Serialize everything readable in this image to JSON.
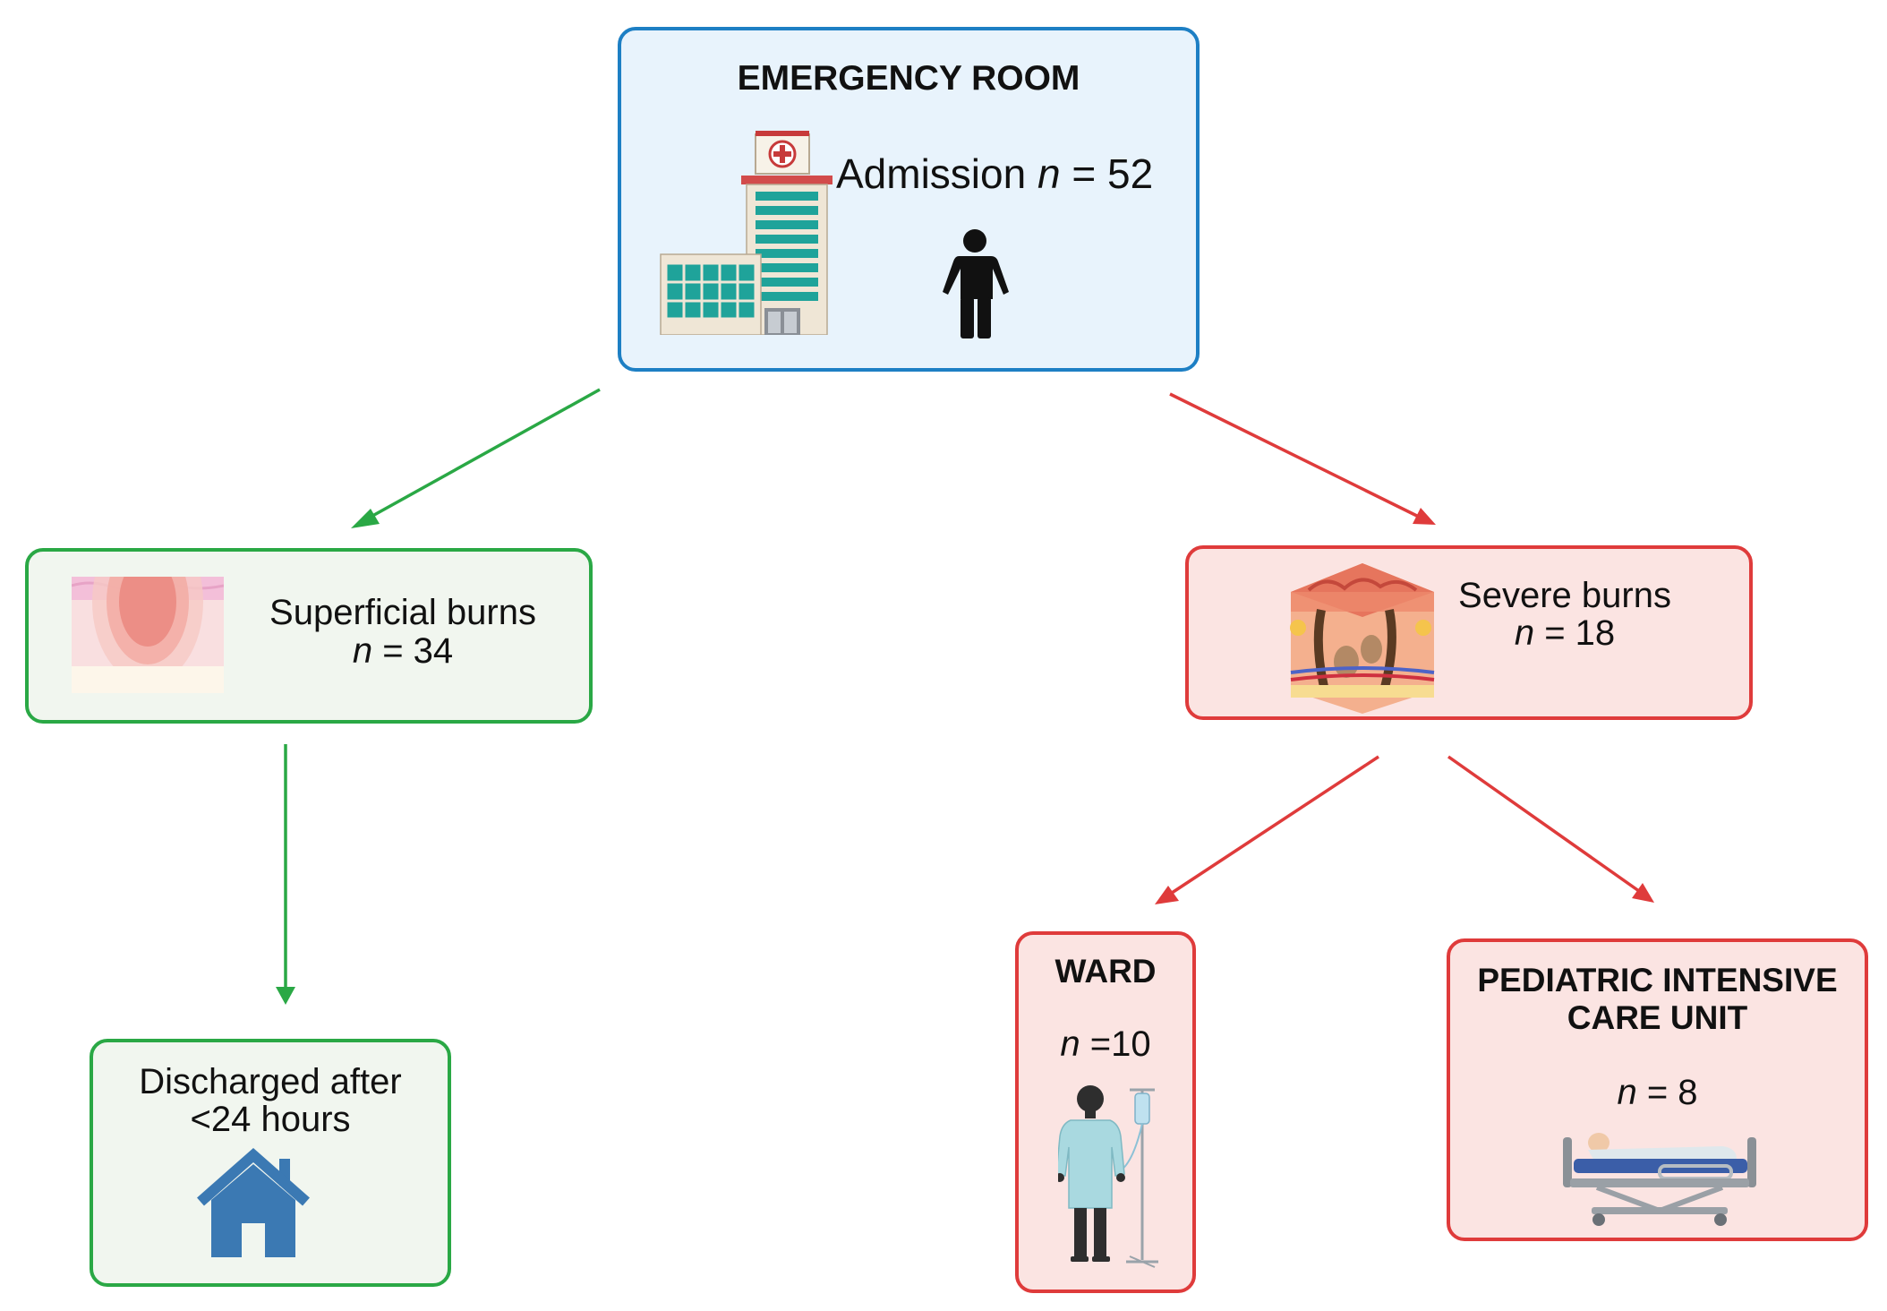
{
  "colors": {
    "blue": "#1d7fc4",
    "green": "#2aa845",
    "red": "#df3b3b",
    "blue_fill": "#e8f3fc",
    "green_fill": "#f1f6ef",
    "red_fill": "#fbe4e2"
  },
  "emergency": {
    "title": "EMERGENCY ROOM",
    "label": "Admission ",
    "n_symbol": "n",
    "n_value": " = 52",
    "icons": [
      "hospital-building-icon",
      "person-icon"
    ]
  },
  "superficial": {
    "label": "Superficial burns",
    "n_symbol": "n",
    "n_value": " = 34",
    "icon": "superficial-skin-burn-icon"
  },
  "severe": {
    "label": "Severe burns",
    "n_symbol": "n",
    "n_value": " = 18",
    "icon": "severe-skin-burn-icon"
  },
  "discharged": {
    "line1": "Discharged after",
    "line2": "<24 hours",
    "icon": "house-icon"
  },
  "ward": {
    "title": "WARD",
    "n_symbol": "n",
    "n_value": " =10",
    "icon": "patient-iv-icon"
  },
  "picu": {
    "title_line1": "PEDIATRIC INTENSIVE",
    "title_line2": "CARE UNIT",
    "n_symbol": "n",
    "n_value": " = 8",
    "icon": "hospital-bed-icon"
  }
}
